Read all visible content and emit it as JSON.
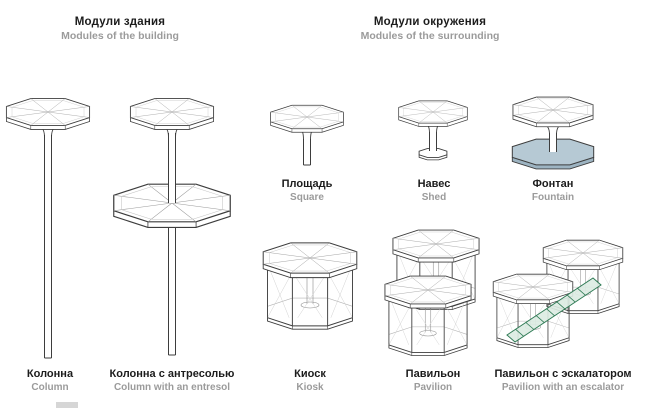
{
  "sections": {
    "building": {
      "title_ru": "Модули здания",
      "title_en": "Modules of the building"
    },
    "surrounding": {
      "title_ru": "Модули окружения",
      "title_en": "Modules of the surrounding"
    }
  },
  "modules": {
    "column": {
      "ru": "Колонна",
      "en": "Column"
    },
    "column_entresol": {
      "ru": "Колонна с антресолью",
      "en": "Column with an entresol"
    },
    "square": {
      "ru": "Площадь",
      "en": "Square"
    },
    "shed": {
      "ru": "Навес",
      "en": "Shed"
    },
    "fountain": {
      "ru": "Фонтан",
      "en": "Fountain"
    },
    "kiosk": {
      "ru": "Киоск",
      "en": "Kiosk"
    },
    "pavilion": {
      "ru": "Павильон",
      "en": "Pavilion"
    },
    "pavilion_escalator": {
      "ru": "Павильон с эскалатором",
      "en": "Pavilion with an escalator"
    }
  },
  "colors": {
    "line": "#3d3d3d",
    "label_secondary": "#9b9b9b",
    "fountain_fill": "#b6c9d4",
    "fountain_rim": "#9db4c2",
    "escalator_fill": "#dcebe2",
    "escalator_stroke": "#2f7b55"
  }
}
